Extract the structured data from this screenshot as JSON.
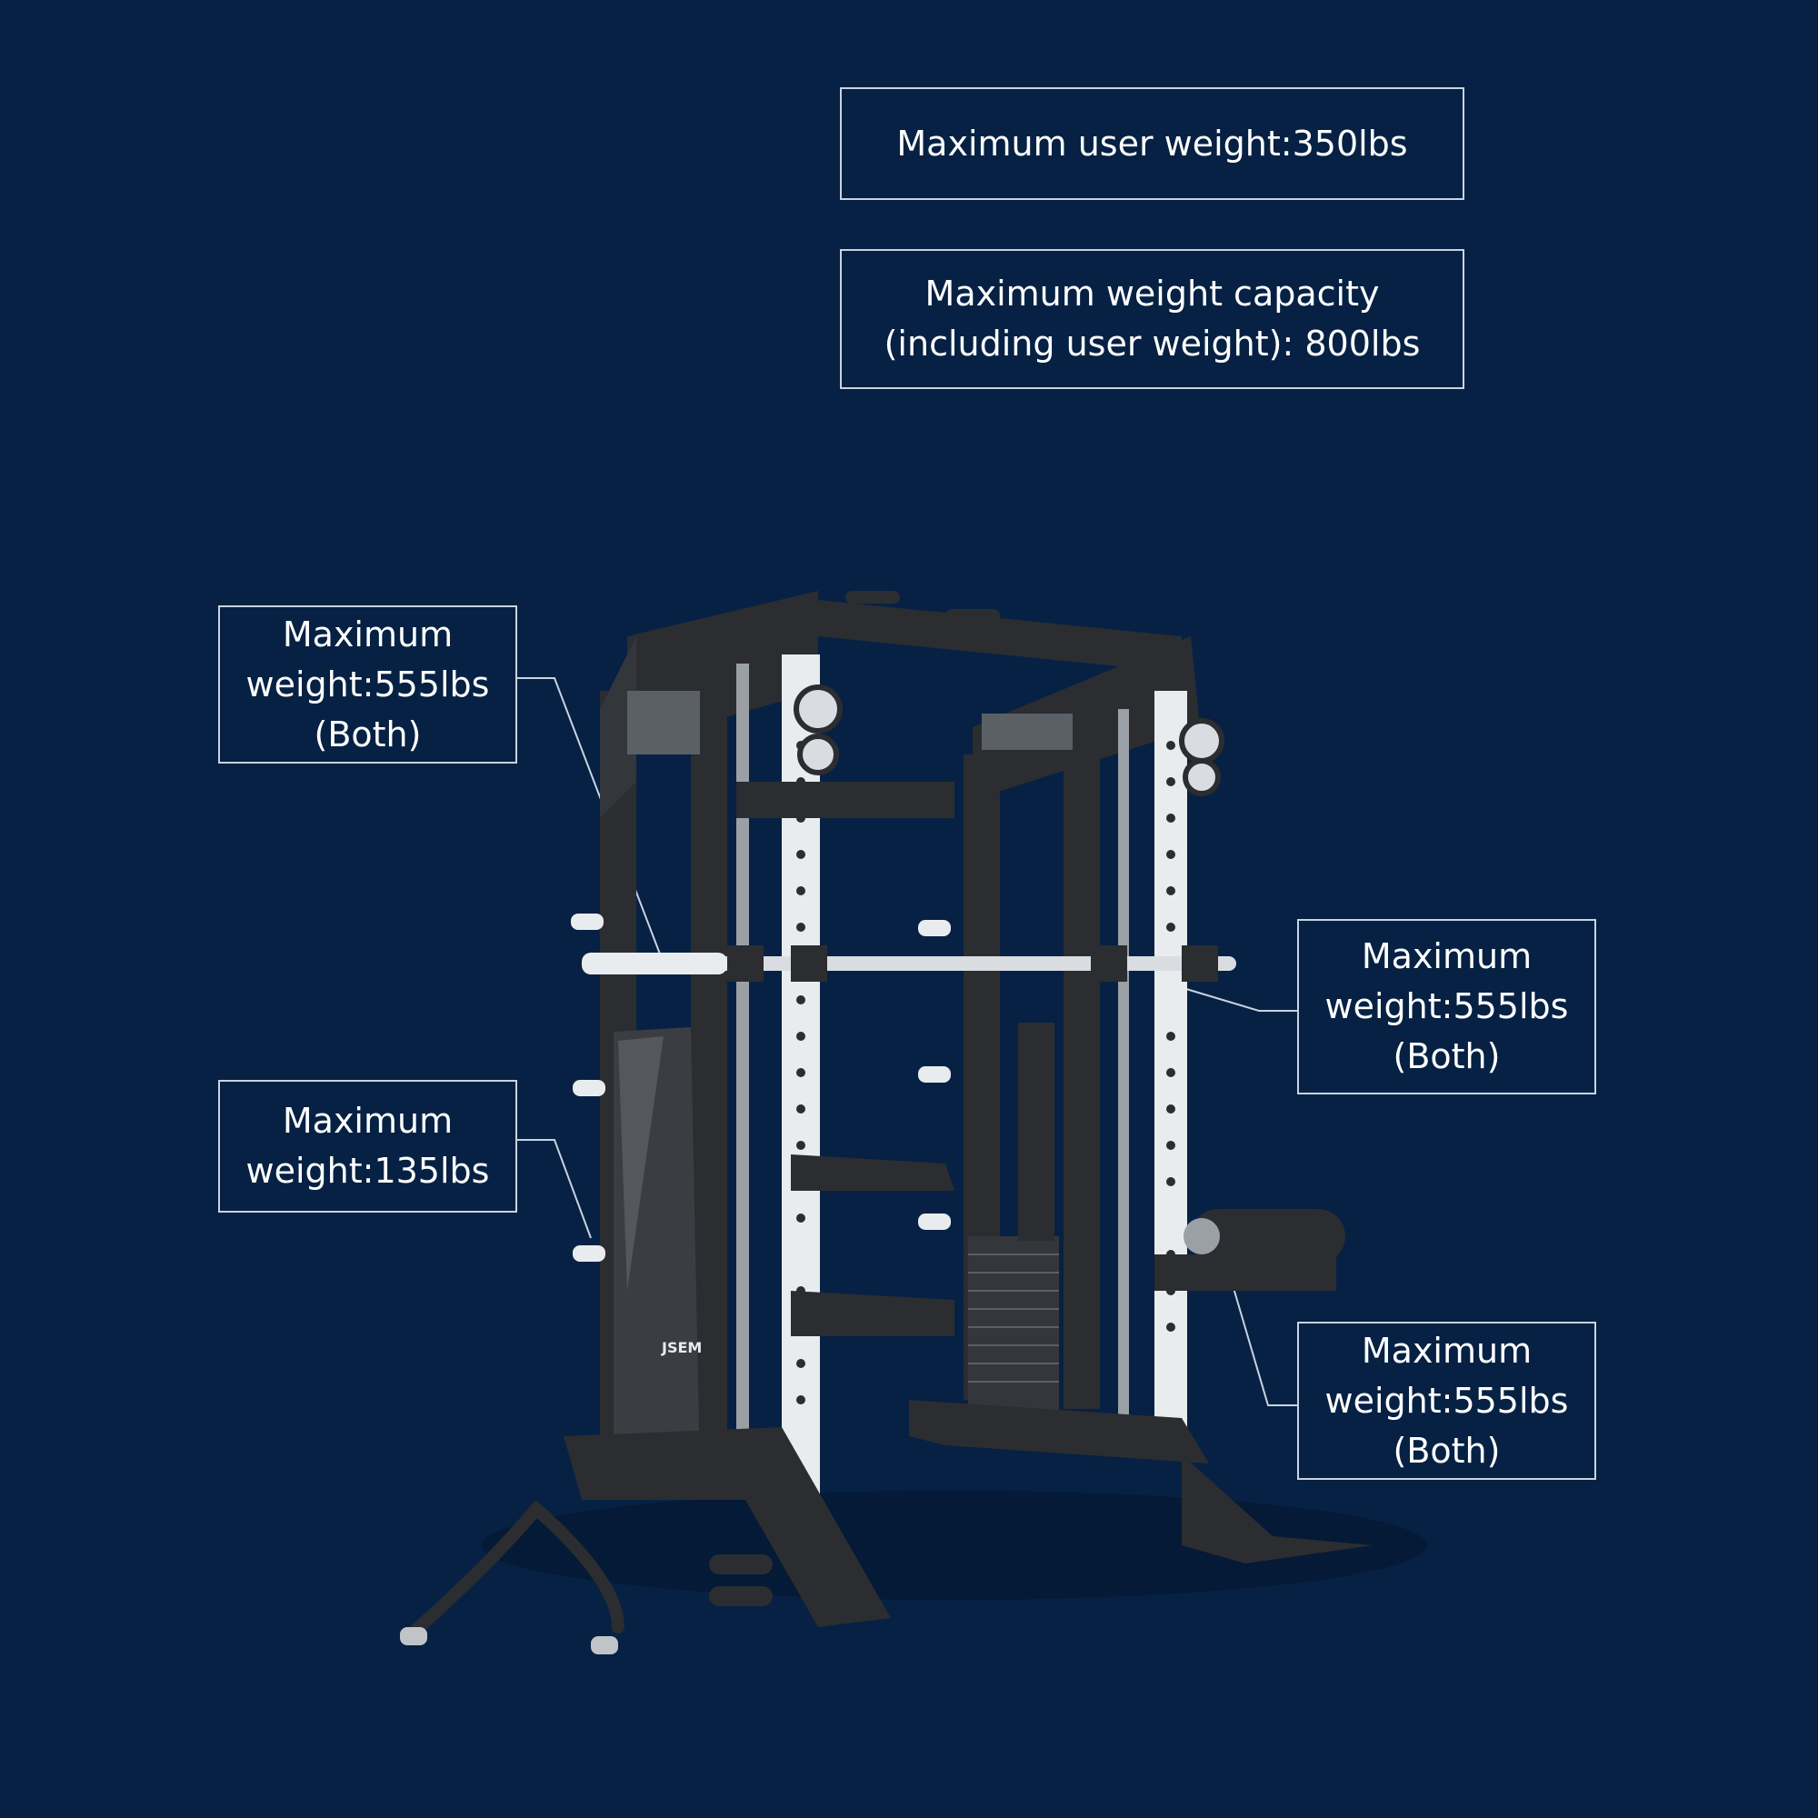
{
  "specs": {
    "user_weight": {
      "lines": [
        "Maximum user weight:350lbs"
      ]
    },
    "capacity": {
      "lines": [
        "Maximum weight capacity",
        "(including user weight): 800lbs"
      ]
    },
    "left_upper": {
      "lines": [
        "Maximum",
        "weight:555lbs",
        "(Both)"
      ]
    },
    "left_lower": {
      "lines": [
        "Maximum",
        "weight:135lbs"
      ]
    },
    "right_upper": {
      "lines": [
        "Maximum",
        "weight:555lbs",
        "(Both)"
      ]
    },
    "right_lower": {
      "lines": [
        "Maximum",
        "weight:555lbs",
        "(Both)"
      ]
    }
  },
  "product": {
    "brand_mark": "JSEM",
    "colors": {
      "background": "#062143",
      "frame": "#2b2d30",
      "upright_white": "#e9ecef",
      "border": "#c9d3e0"
    }
  }
}
